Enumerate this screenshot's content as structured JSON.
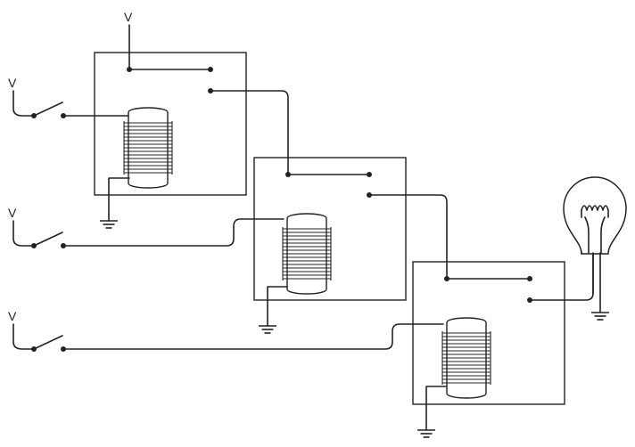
{
  "diagram": {
    "supply_label": "V",
    "relays": [
      {
        "name": "relay-1"
      },
      {
        "name": "relay-2"
      },
      {
        "name": "relay-3"
      }
    ],
    "switches": [
      {
        "name": "switch-1"
      },
      {
        "name": "switch-2"
      },
      {
        "name": "switch-3"
      }
    ],
    "output": {
      "icon": "light-bulb-icon"
    },
    "ground": {
      "icon": "ground-icon"
    },
    "colors": {
      "line": "#222222",
      "background": "#ffffff"
    }
  }
}
